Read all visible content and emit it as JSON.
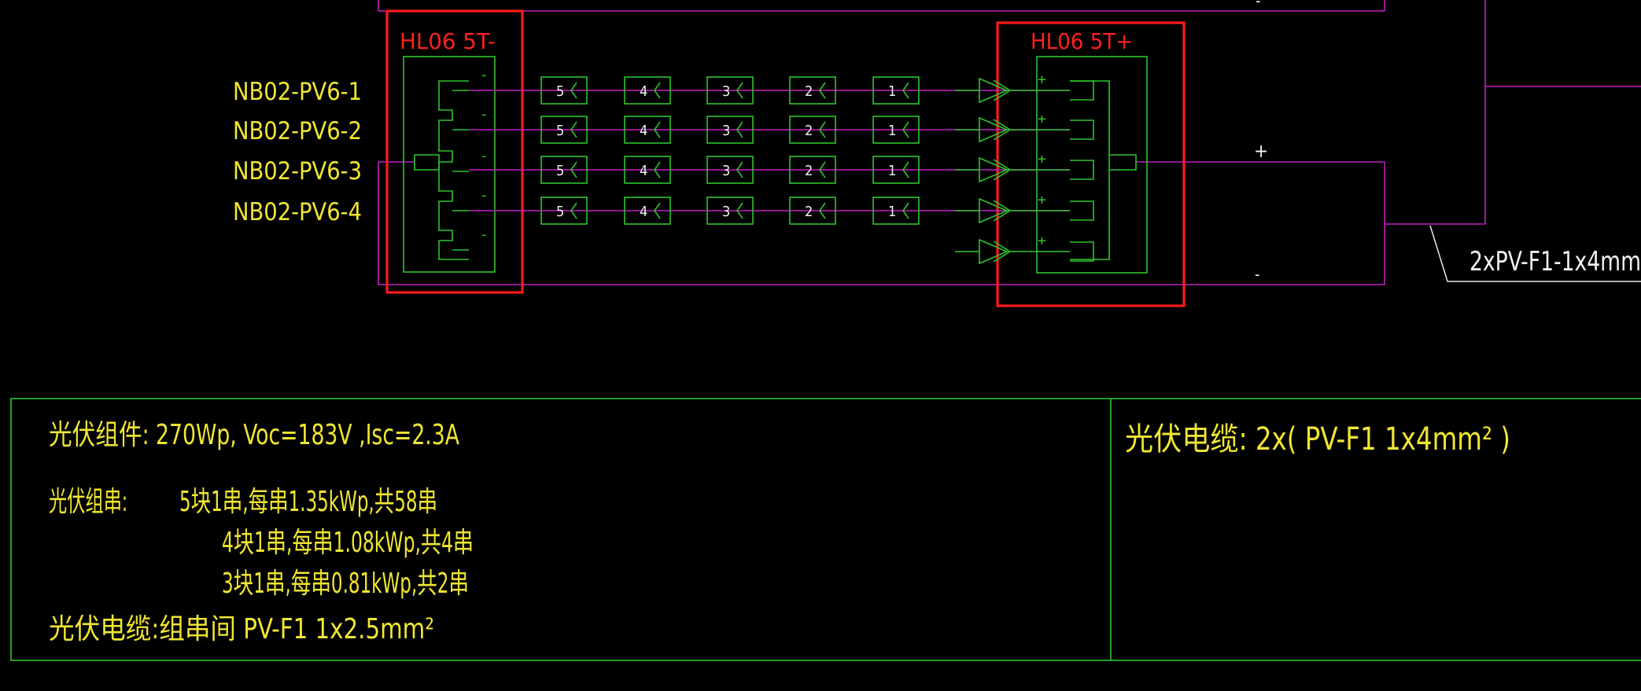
{
  "connectors": {
    "left_title": "HL06 5T-",
    "right_title": "HL06 5T+",
    "minus_sign": "-",
    "plus_sign": "+"
  },
  "strings": [
    {
      "label": "NB02-PV6-1",
      "modules": [
        "5",
        "4",
        "3",
        "2",
        "1"
      ]
    },
    {
      "label": "NB02-PV6-2",
      "modules": [
        "5",
        "4",
        "3",
        "2",
        "1"
      ]
    },
    {
      "label": "NB02-PV6-3",
      "modules": [
        "5",
        "4",
        "3",
        "2",
        "1"
      ]
    },
    {
      "label": "NB02-PV6-4",
      "modules": [
        "5",
        "4",
        "3",
        "2",
        "1"
      ]
    }
  ],
  "bus": {
    "plus_label": "+",
    "minus_label": "-",
    "top_minus_label": "-",
    "cable_label": "2xPV-F1-1x4mm"
  },
  "notes": {
    "module_spec": "光伏组件: 270Wp, Voc=183V ,Isc=2.3A",
    "string_title": "光伏组串:",
    "string_line1": "5块1串,每串1.35kWp,共58串",
    "string_line2": "4块1串,每串1.08kWp,共4串",
    "string_line3": "3块1串,每串0.81kWp,共2串",
    "string_cable": "光伏电缆:组串间 PV-F1 1x2.5mm²",
    "dc_cable": "光伏电缆: 2x( PV-F1 1x4mm² )"
  },
  "colors": {
    "background": "#000000",
    "wire": "#c020c0",
    "symbol": "#2ec42e",
    "highlight": "#ff1a1a",
    "text": "#f0e632"
  }
}
